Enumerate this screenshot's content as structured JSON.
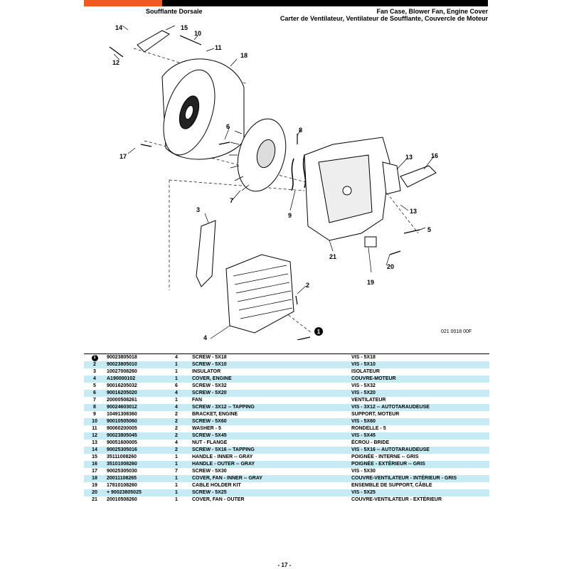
{
  "header": {
    "title_left": "Soufflante Dorsale",
    "title_right_line1": "Fan Case, Blower Fan, Engine Cover",
    "title_right_line2": "Carter de Ventilateur, Ventilateur de Soufflante, Couvercle de Moteur"
  },
  "diagram": {
    "figure_code": "021 0018 00F",
    "callouts": [
      "1",
      "2",
      "3",
      "4",
      "5",
      "6",
      "7",
      "8",
      "9",
      "10",
      "11",
      "12",
      "13",
      "14",
      "15",
      "16",
      "17",
      "18",
      "19",
      "20",
      "21"
    ]
  },
  "parts": [
    {
      "ref": "1",
      "pn": "90023805018",
      "qty": "4",
      "en": "SCREW - 5X18",
      "fr": "VIS - 5X18",
      "circled": true
    },
    {
      "ref": "2",
      "pn": "90023805010",
      "qty": "1",
      "en": "SCREW - 5X10",
      "fr": "VIS - 5X10"
    },
    {
      "ref": "3",
      "pn": "10027008260",
      "qty": "1",
      "en": "INSULATOR",
      "fr": "ISOLATEUR"
    },
    {
      "ref": "4",
      "pn": "A190000102",
      "qty": "1",
      "en": "COVER, ENGINE",
      "fr": "COUVRE-MOTEUR"
    },
    {
      "ref": "5",
      "pn": "90016205032",
      "qty": "6",
      "en": "SCREW - 5X32",
      "fr": "VIS - 5X32"
    },
    {
      "ref": "6",
      "pn": "90016205020",
      "qty": "4",
      "en": "SCREW - 5X20",
      "fr": "VIS - 5X20"
    },
    {
      "ref": "7",
      "pn": "20000508261",
      "qty": "1",
      "en": "FAN",
      "fr": "VENTILATEUR"
    },
    {
      "ref": "8",
      "pn": "90024603012",
      "qty": "4",
      "en": "SCREW - 3X12 -- TAPPING",
      "fr": "VIS - 3X12 -- AUTOTARAUDEUSE"
    },
    {
      "ref": "9",
      "pn": "10491308360",
      "qty": "2",
      "en": "BRACKET, ENGINE",
      "fr": "SUPPORT, MOTEUR"
    },
    {
      "ref": "10",
      "pn": "90010505060",
      "qty": "2",
      "en": "SCREW - 5X60",
      "fr": "VIS - 5X60"
    },
    {
      "ref": "11",
      "pn": "90060200005",
      "qty": "2",
      "en": "WASHER - 5",
      "fr": "RONDELLE - 5"
    },
    {
      "ref": "12",
      "pn": "90023805045",
      "qty": "2",
      "en": "SCREW - 5X45",
      "fr": "VIS - 5X45"
    },
    {
      "ref": "13",
      "pn": "90051600005",
      "qty": "4",
      "en": "NUT - FLANGE",
      "fr": "ÉCROU - BRIDE"
    },
    {
      "ref": "14",
      "pn": "90025305016",
      "qty": "2",
      "en": "SCREW - 5X16 -- TAPPING",
      "fr": "VIS - 5X16 -- AUTOTARAUDEUSE"
    },
    {
      "ref": "15",
      "pn": "35111008260",
      "qty": "1",
      "en": "HANDLE - INNER -- GRAY",
      "fr": "POIGNÉE - INTERNE -- GRIS"
    },
    {
      "ref": "16",
      "pn": "35101008260",
      "qty": "1",
      "en": "HANDLE - OUTER -- GRAY",
      "fr": "POIGNÉE - EXTÉRIEUR -- GRIS"
    },
    {
      "ref": "17",
      "pn": "90025305030",
      "qty": "7",
      "en": "SCREW - 5X30",
      "fr": "VIS - 5X30"
    },
    {
      "ref": "18",
      "pn": "20011108265",
      "qty": "1",
      "en": "COVER, FAN - INNER -- GRAY",
      "fr": "COUVRE-VENTILATEUR - INTÉRIEUR - GRIS"
    },
    {
      "ref": "19",
      "pn": "17810108260",
      "qty": "1",
      "en": "CABLE HOLDER KIT",
      "fr": "ENSEMBLE DE SUPPORT, CÂBLE"
    },
    {
      "ref": "20",
      "pn": "+ 90023805025",
      "qty": "1",
      "en": "SCREW - 5X25",
      "fr": "VIS - 5X25"
    },
    {
      "ref": "21",
      "pn": "20010508260",
      "qty": "1",
      "en": "COVER, FAN - OUTER",
      "fr": "COUVRE-VENTILATEUR - EXTÉRIEUR"
    }
  ],
  "footer": {
    "page": "- 17 -"
  },
  "colors": {
    "accent": "#f05a22",
    "row_stripe": "#c6ebf5"
  }
}
